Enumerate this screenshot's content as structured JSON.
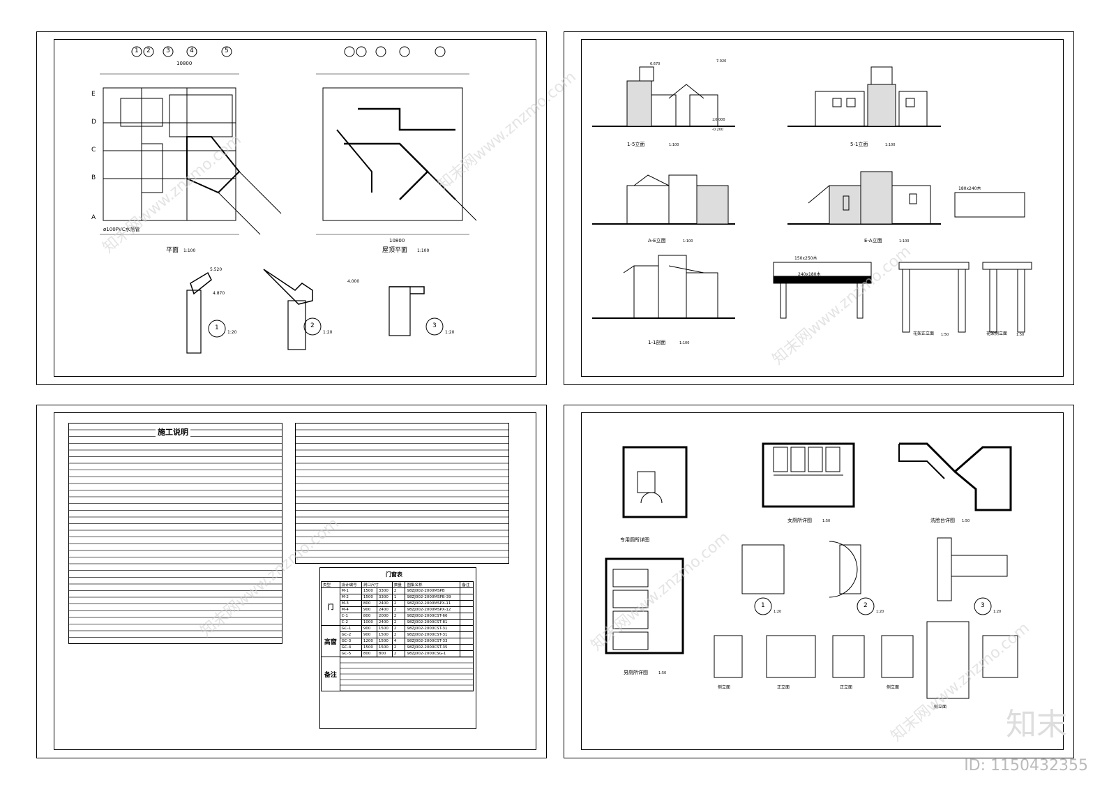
{
  "sheet1": {
    "plan_label": "平面",
    "plan_scale": "1:100",
    "roof_label": "屋顶平面",
    "roof_scale": "1:100",
    "dim_total": "10800",
    "axes_h": [
      "1",
      "2",
      "3",
      "4",
      "5"
    ],
    "axes_v": [
      "A",
      "B",
      "C",
      "D",
      "E"
    ],
    "d1": "1",
    "d2": "2",
    "d3": "3",
    "detail_scale": "1:20",
    "pvc_note": "ø100PVC水落管",
    "level_a": "5.520",
    "level_b": "4.870",
    "level_c": "4.000"
  },
  "sheet2": {
    "elev1": "1-5立面",
    "elev2": "5-1立面",
    "elev3": "A-E立面",
    "elev4": "E-A立面",
    "section": "1-1剖面",
    "scale": "1:100",
    "pergola1": "花架正立面",
    "pergola2": "花架侧立面",
    "pergola_scale": "1:50",
    "lv1": "7.020",
    "lv2": "6.670",
    "lv3": "±0.000",
    "lv4": "-0.200",
    "beam1": "180x240木",
    "beam2": "150x250木",
    "beam3": "240x180木"
  },
  "sheet3": {
    "notes_title": "施工说明",
    "table_title": "门窗表",
    "table_head": [
      "类型",
      "设计编号",
      "洞口尺寸",
      "数量",
      "图集名称",
      "备注"
    ],
    "rows": [
      [
        "M-1",
        "1500",
        "3300",
        "2",
        "98ZJ002-2000MSPB"
      ],
      [
        "M-2",
        "1500",
        "3300",
        "1",
        "98ZJ002-2000MSPB-39"
      ],
      [
        "M-3",
        "800",
        "2400",
        "2",
        "98ZJ002-2000MSPX-11"
      ],
      [
        "M-4",
        "900",
        "2400",
        "2",
        "98ZJ002-2000MSPX-12"
      ],
      [
        "C-1",
        "800",
        "2000",
        "2",
        "98ZJ002-2000CST-66"
      ],
      [
        "C-2",
        "1000",
        "2400",
        "2",
        "98ZJ002-2000CST-81"
      ],
      [
        "GC-1",
        "900",
        "1500",
        "2",
        "98ZJ002-2000CST-31"
      ],
      [
        "GC-2",
        "900",
        "1500",
        "2",
        "98ZJ002-2000CST-31"
      ],
      [
        "GC-3",
        "1200",
        "1500",
        "4",
        "98ZJ002-2000CST-33"
      ],
      [
        "GC-4",
        "1500",
        "1500",
        "2",
        "98ZJ002-2000CST-35"
      ],
      [
        "GC-5",
        "800",
        "800",
        "2",
        "98ZJ002-2000CSG-1"
      ]
    ],
    "group1": "门",
    "group2": "高窗",
    "remark": "备注"
  },
  "sheet4": {
    "p1": "专用厕所详图",
    "p2": "女厕所详图",
    "p3": "洗脸台详图",
    "p4": "男厕所详图",
    "scale50": "1:50",
    "scale20": "1:20",
    "s1": "侧立面",
    "s2": "正立面",
    "s3": "正立面",
    "s4": "侧立面",
    "s5": "侧立面",
    "d1": "1",
    "d2": "2",
    "d3": "3"
  },
  "brand": {
    "watermark": "知末网www.znzmo.com",
    "logo": "知末",
    "id": "ID: 1150432355"
  }
}
